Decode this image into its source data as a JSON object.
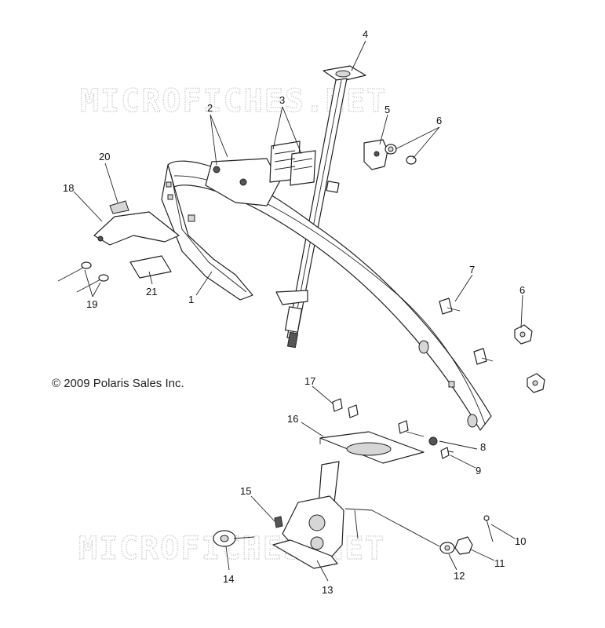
{
  "watermark": {
    "text": "MICROFICHES.NET"
  },
  "copyright": "© 2009 Polaris Sales Inc.",
  "callouts": [
    "1",
    "2",
    "3",
    "4",
    "5",
    "6",
    "6",
    "6",
    "7",
    "8",
    "9",
    "10",
    "11",
    "12",
    "13",
    "14",
    "15",
    "16",
    "17",
    "18",
    "19",
    "20",
    "21"
  ]
}
